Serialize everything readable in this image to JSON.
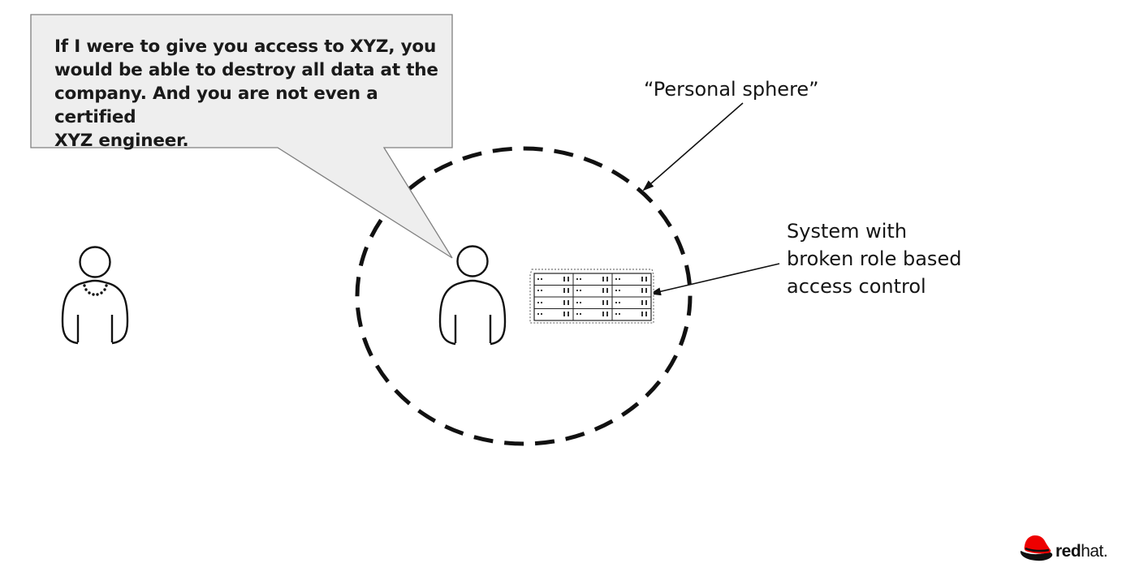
{
  "speech_bubble": {
    "lines": [
      "If I were to give you access to XYZ, you",
      "would be able to destroy all data at the",
      "company. And you are not even a certified",
      "XYZ engineer."
    ]
  },
  "personal_sphere": {
    "label": "“Personal sphere”"
  },
  "system": {
    "label_lines": [
      "System with",
      "broken role based",
      "access control"
    ]
  },
  "brand": {
    "logo": "redhat-hat-icon",
    "word_bold": "red",
    "word_regular": "hat",
    "suffix": ".",
    "color": "#ee0000"
  },
  "colors": {
    "bubble_fill": "#eeeeee",
    "bubble_stroke": "#808080",
    "line": "#111111"
  }
}
